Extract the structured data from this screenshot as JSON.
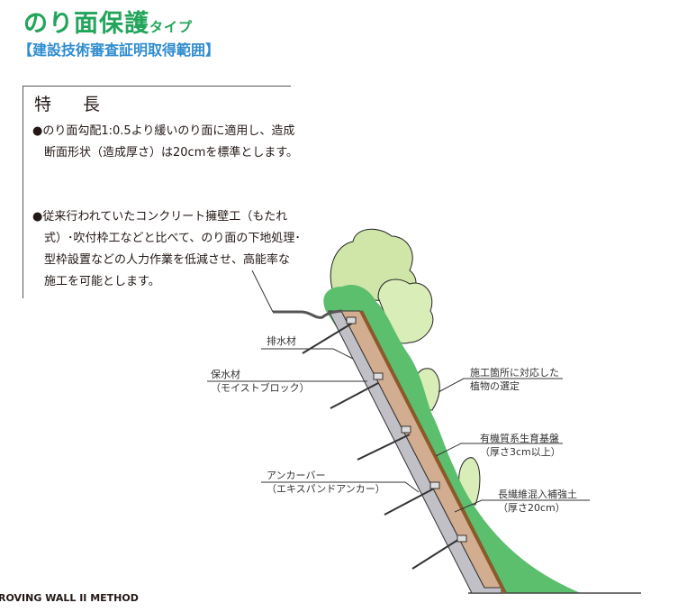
{
  "header": {
    "title": "のり面保護",
    "title_suffix": "タイプ",
    "subtitle": "【建設技術審査証明取得範囲】"
  },
  "features": {
    "heading": "特　長",
    "items": [
      {
        "lines": [
          "●のり面勾配1:0.5より緩いのり面に適用し、造成",
          "　断面形状（造成厚さ）は20cmを標準とします。"
        ]
      },
      {
        "lines": [
          "●従来行われていたコンクリート擁壁工（もたれ",
          "　式）･吹付枠工などと比べて、のり面の下地処理･",
          "　型枠設置などの人力作業を低減させ、高能率な",
          "　施工を可能とします。"
        ]
      }
    ]
  },
  "diagram": {
    "labels": {
      "drain": "排水材",
      "water_retention": [
        "保水材",
        "（モイストブロック）"
      ],
      "anchor": [
        "アンカーバー",
        "（エキスパンドアンカー）"
      ],
      "plants": [
        "施工箇所に対応した",
        "植物の選定"
      ],
      "growth_base": [
        "有機質系生育基盤",
        "（厚さ3cm以上）"
      ],
      "reinforced_soil": [
        "長繊維混入補強土",
        "（厚さ20cm）"
      ]
    },
    "colors": {
      "green": "#5cbf6e",
      "soil": "#d2ad90",
      "wall": "#c0c0c6",
      "edge": "#8a5a2b",
      "tree": "#cfe6a8"
    }
  },
  "footer": {
    "text": "ROVING WALL II METHOD"
  }
}
